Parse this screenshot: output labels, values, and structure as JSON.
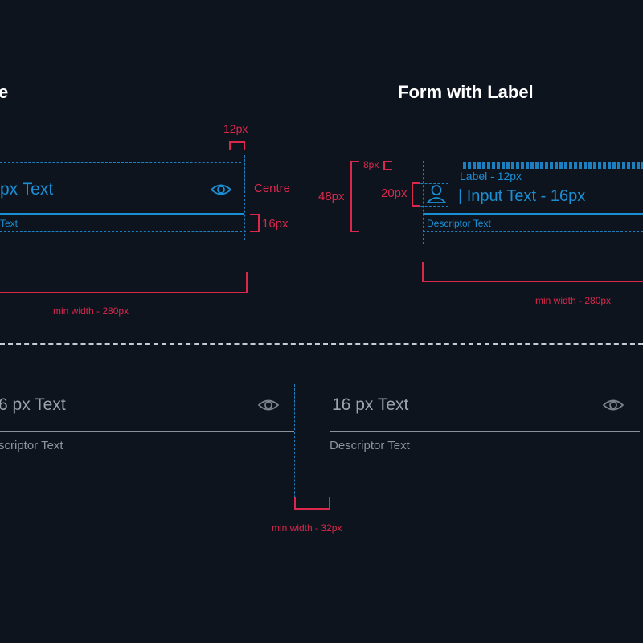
{
  "headings": {
    "left": "e",
    "right": "Form with Label"
  },
  "left_spec": {
    "input_text": "px Text",
    "descriptor": "Text",
    "dim_12px": "12px",
    "dim_centre": "Centre",
    "dim_16px": "16px",
    "min_width": "min width - 280px"
  },
  "right_spec": {
    "dim_8px": "8px",
    "dim_48px": "48px",
    "dim_20px": "20px",
    "label": "Label - 12px",
    "input_text": "| Input Text - 16px",
    "descriptor": "Descriptor Text",
    "min_width": "min width - 280px"
  },
  "bottom_left": {
    "input_text": "6 px Text",
    "descriptor": "scriptor Text"
  },
  "bottom_right": {
    "input_text": "16 px Text",
    "descriptor": "Descriptor Text"
  },
  "gap": {
    "min_width": "min width - 32px"
  },
  "colors": {
    "background": "#0d141e",
    "spec_blue": "#1b8fd4",
    "dimension_red": "#d9284c",
    "heading_white": "#ffffff",
    "muted_grey": "#8b939c"
  },
  "icons": [
    "eye-icon",
    "user-icon"
  ]
}
